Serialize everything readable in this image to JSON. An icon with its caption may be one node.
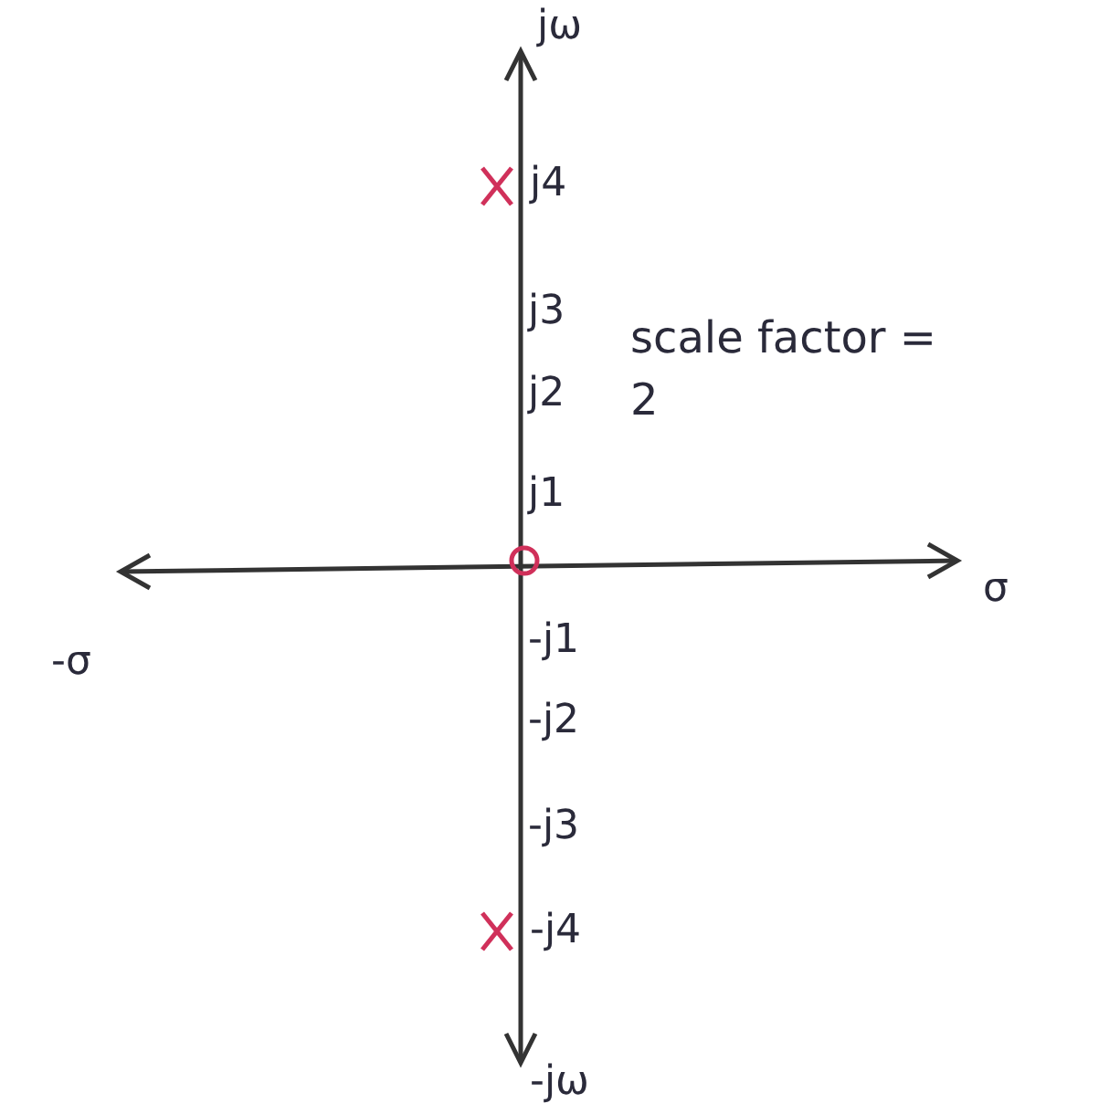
{
  "diagram": {
    "labels": [
      "jω",
      "j4",
      "j3",
      "scale factor = 2",
      "j2",
      "j1",
      "σ",
      "-σ",
      "-j1",
      "-j2",
      "-j3",
      "-j4",
      "-jω"
    ]
  }
}
